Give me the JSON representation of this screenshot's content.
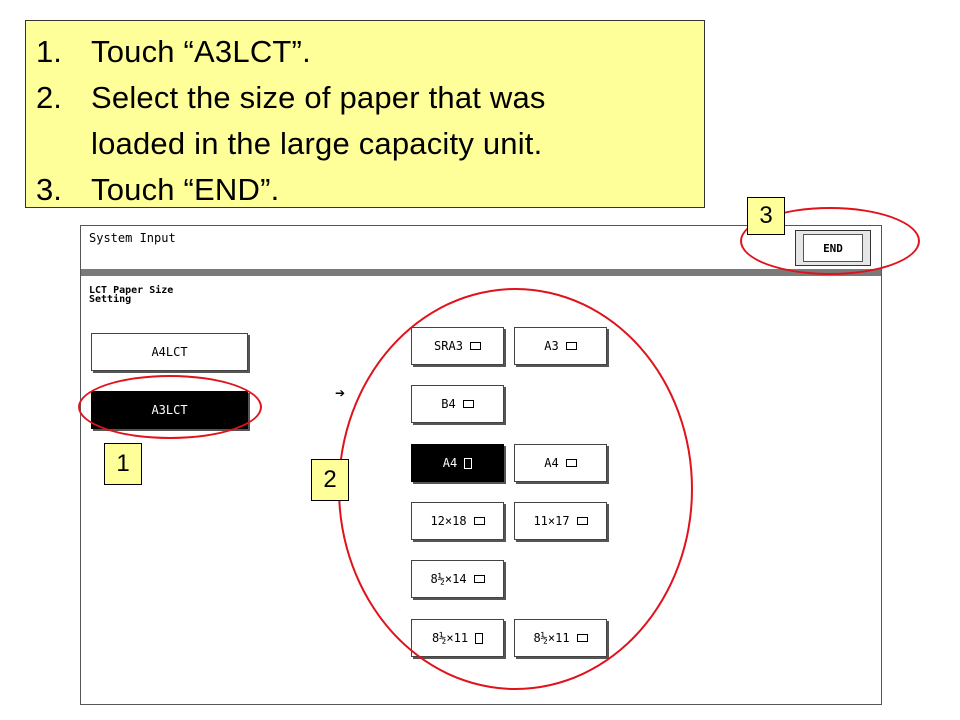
{
  "instructions": [
    {
      "num": "1.",
      "text": "Touch “A3LCT”."
    },
    {
      "num": "2.",
      "text": "Select the size of paper that was\nloaded in the large capacity unit."
    },
    {
      "num": "3.",
      "text": "Touch “END”."
    }
  ],
  "screen": {
    "title": "System Input",
    "end_label": "END",
    "section_label": "LCT Paper Size\nSetting",
    "lct_options": [
      {
        "label": "A4LCT",
        "selected": false
      },
      {
        "label": "A3LCT",
        "selected": true
      }
    ],
    "paper_sizes": [
      {
        "label": "SRA3",
        "orientation": "landscape",
        "selected": false
      },
      {
        "label": "A3",
        "orientation": "landscape",
        "selected": false
      },
      {
        "label": "B4",
        "orientation": "landscape",
        "selected": false
      },
      {
        "label": "A4",
        "orientation": "portrait",
        "selected": true
      },
      {
        "label": "A4",
        "orientation": "landscape",
        "selected": false
      },
      {
        "label": "12×18",
        "orientation": "landscape",
        "selected": false
      },
      {
        "label": "11×17",
        "orientation": "landscape",
        "selected": false
      },
      {
        "label": "8½×14",
        "orientation": "landscape",
        "selected": false
      },
      {
        "label": "8½×11",
        "orientation": "portrait",
        "selected": false
      },
      {
        "label": "8½×11",
        "orientation": "landscape",
        "selected": false
      }
    ]
  },
  "callouts": [
    "1",
    "2",
    "3"
  ],
  "colors": {
    "highlight_ellipse": "#e0121b",
    "callout_bg": "#ffff99"
  }
}
